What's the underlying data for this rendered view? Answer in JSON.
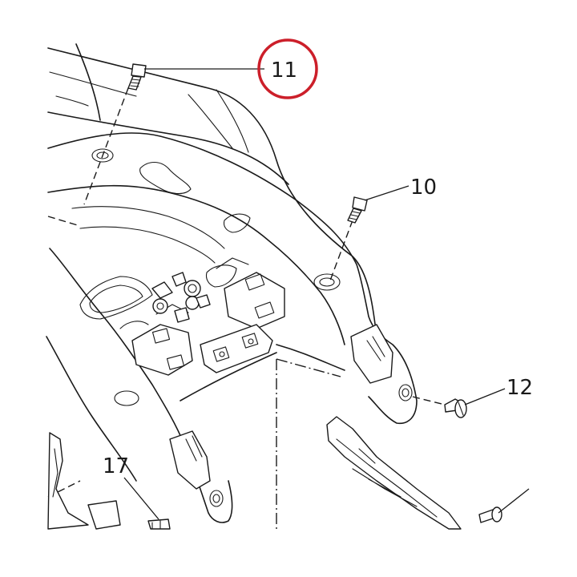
{
  "callouts": {
    "c11": "11",
    "c10": "10",
    "c12": "12",
    "c17": "17"
  },
  "highlight_color": "#cc1f2a"
}
